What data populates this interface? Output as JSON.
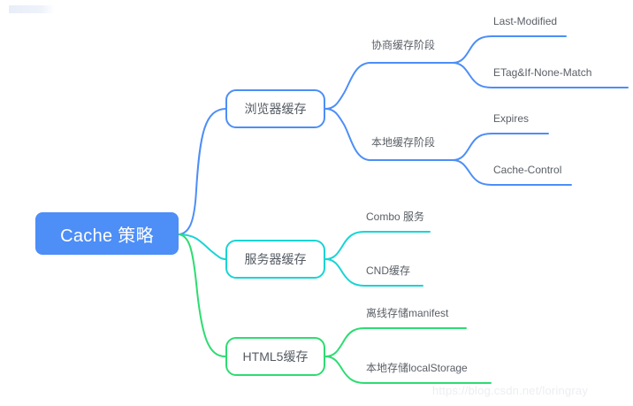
{
  "diagram": {
    "type": "mindmap",
    "title": "Cache 策略",
    "watermark": "https://blog.csdn.net/loringray",
    "colors": {
      "root_fill": "#4d8ef7",
      "root_text": "#ffffff",
      "branch_blue": "#4d8ef7",
      "branch_cyan": "#19d4d4",
      "branch_green": "#2ddc72",
      "label_text": "#5a5f66",
      "canvas": "#ffffff",
      "watermark": "#eceef1"
    },
    "root": {
      "label": "Cache 策略"
    },
    "branches": [
      {
        "id": "browser-cache",
        "label": "浏览器缓存",
        "color": "#4d8ef7",
        "children": [
          {
            "id": "negotiation-cache-stage",
            "label": "协商缓存阶段",
            "children": [
              {
                "id": "last-modified",
                "label": "Last-Modified"
              },
              {
                "id": "etag-if-none-match",
                "label": "ETag&If-None-Match"
              }
            ]
          },
          {
            "id": "local-cache-stage",
            "label": "本地缓存阶段",
            "children": [
              {
                "id": "expires",
                "label": "Expires"
              },
              {
                "id": "cache-control",
                "label": "Cache-Control"
              }
            ]
          }
        ]
      },
      {
        "id": "server-cache",
        "label": "服务器缓存",
        "color": "#19d4d4",
        "children": [
          {
            "id": "combo-service",
            "label": "Combo 服务"
          },
          {
            "id": "cnd-cache",
            "label": "CND缓存"
          }
        ]
      },
      {
        "id": "html5-cache",
        "label": "HTML5缓存",
        "color": "#2ddc72",
        "children": [
          {
            "id": "offline-storage-manifest",
            "label": "离线存储manifest"
          },
          {
            "id": "local-storage",
            "label": "本地存储localStorage"
          }
        ]
      }
    ]
  }
}
